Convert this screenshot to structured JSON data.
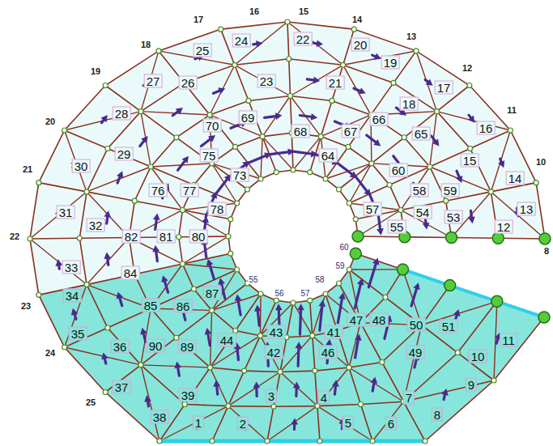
{
  "diagram": {
    "labels": [
      "16",
      "15",
      "14",
      "13",
      "12",
      "11",
      "10",
      "8",
      "17",
      "18",
      "19",
      "20",
      "21",
      "22",
      "23",
      "24",
      "25",
      "25",
      "24",
      "22",
      "20",
      "19",
      "17",
      "16",
      "15",
      "14",
      "13",
      "12",
      "27",
      "26",
      "23",
      "21",
      "18",
      "28",
      "70",
      "69",
      "68",
      "67",
      "66",
      "65",
      "29",
      "75",
      "64",
      "60",
      "30",
      "76",
      "77",
      "73",
      "58",
      "59",
      "31",
      "32",
      "82",
      "81",
      "80",
      "78",
      "57",
      "54",
      "53",
      "55",
      "33",
      "84",
      "34",
      "85",
      "86",
      "87",
      "35",
      "36",
      "90",
      "89",
      "44",
      "43",
      "42",
      "41",
      "47",
      "48",
      "50",
      "51",
      "46",
      "49",
      "10",
      "11",
      "37",
      "39",
      "3",
      "4",
      "7",
      "9",
      "38",
      "1",
      "2",
      "5",
      "6",
      "8",
      "55",
      "56",
      "57",
      "58",
      "59",
      "60"
    ]
  }
}
